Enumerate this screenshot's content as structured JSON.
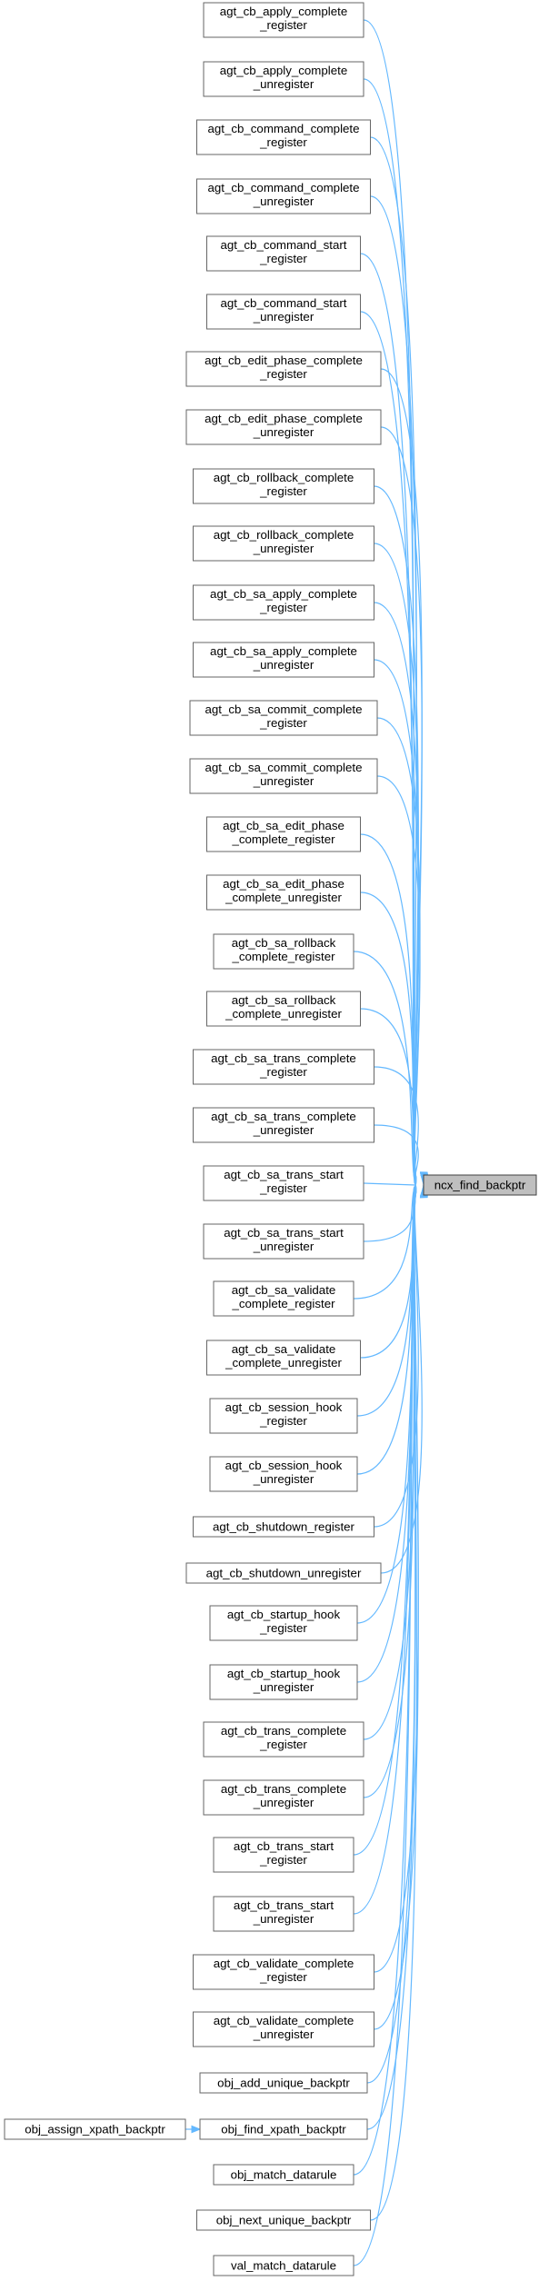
{
  "graph": {
    "target": "ncx_find_backptr",
    "callers": [
      [
        "agt_cb_apply_complete",
        "_register"
      ],
      [
        "agt_cb_apply_complete",
        "_unregister"
      ],
      [
        "agt_cb_command_complete",
        "_register"
      ],
      [
        "agt_cb_command_complete",
        "_unregister"
      ],
      [
        "agt_cb_command_start",
        "_register"
      ],
      [
        "agt_cb_command_start",
        "_unregister"
      ],
      [
        "agt_cb_edit_phase_complete",
        "_register"
      ],
      [
        "agt_cb_edit_phase_complete",
        "_unregister"
      ],
      [
        "agt_cb_rollback_complete",
        "_register"
      ],
      [
        "agt_cb_rollback_complete",
        "_unregister"
      ],
      [
        "agt_cb_sa_apply_complete",
        "_register"
      ],
      [
        "agt_cb_sa_apply_complete",
        "_unregister"
      ],
      [
        "agt_cb_sa_commit_complete",
        "_register"
      ],
      [
        "agt_cb_sa_commit_complete",
        "_unregister"
      ],
      [
        "agt_cb_sa_edit_phase",
        "_complete_register"
      ],
      [
        "agt_cb_sa_edit_phase",
        "_complete_unregister"
      ],
      [
        "agt_cb_sa_rollback",
        "_complete_register"
      ],
      [
        "agt_cb_sa_rollback",
        "_complete_unregister"
      ],
      [
        "agt_cb_sa_trans_complete",
        "_register"
      ],
      [
        "agt_cb_sa_trans_complete",
        "_unregister"
      ],
      [
        "agt_cb_sa_trans_start",
        "_register"
      ],
      [
        "agt_cb_sa_trans_start",
        "_unregister"
      ],
      [
        "agt_cb_sa_validate",
        "_complete_register"
      ],
      [
        "agt_cb_sa_validate",
        "_complete_unregister"
      ],
      [
        "agt_cb_session_hook",
        "_register"
      ],
      [
        "agt_cb_session_hook",
        "_unregister"
      ],
      [
        "agt_cb_shutdown_register"
      ],
      [
        "agt_cb_shutdown_unregister"
      ],
      [
        "agt_cb_startup_hook",
        "_register"
      ],
      [
        "agt_cb_startup_hook",
        "_unregister"
      ],
      [
        "agt_cb_trans_complete",
        "_register"
      ],
      [
        "agt_cb_trans_complete",
        "_unregister"
      ],
      [
        "agt_cb_trans_start",
        "_register"
      ],
      [
        "agt_cb_trans_start",
        "_unregister"
      ],
      [
        "agt_cb_validate_complete",
        "_register"
      ],
      [
        "agt_cb_validate_complete",
        "_unregister"
      ],
      [
        "obj_add_unique_backptr"
      ],
      [
        "obj_find_xpath_backptr"
      ],
      [
        "obj_match_datarule"
      ],
      [
        "obj_next_unique_backptr"
      ],
      [
        "val_match_datarule"
      ]
    ],
    "secondary": {
      "label": "obj_assign_xpath_backptr",
      "calls": "obj_find_xpath_backptr"
    }
  }
}
